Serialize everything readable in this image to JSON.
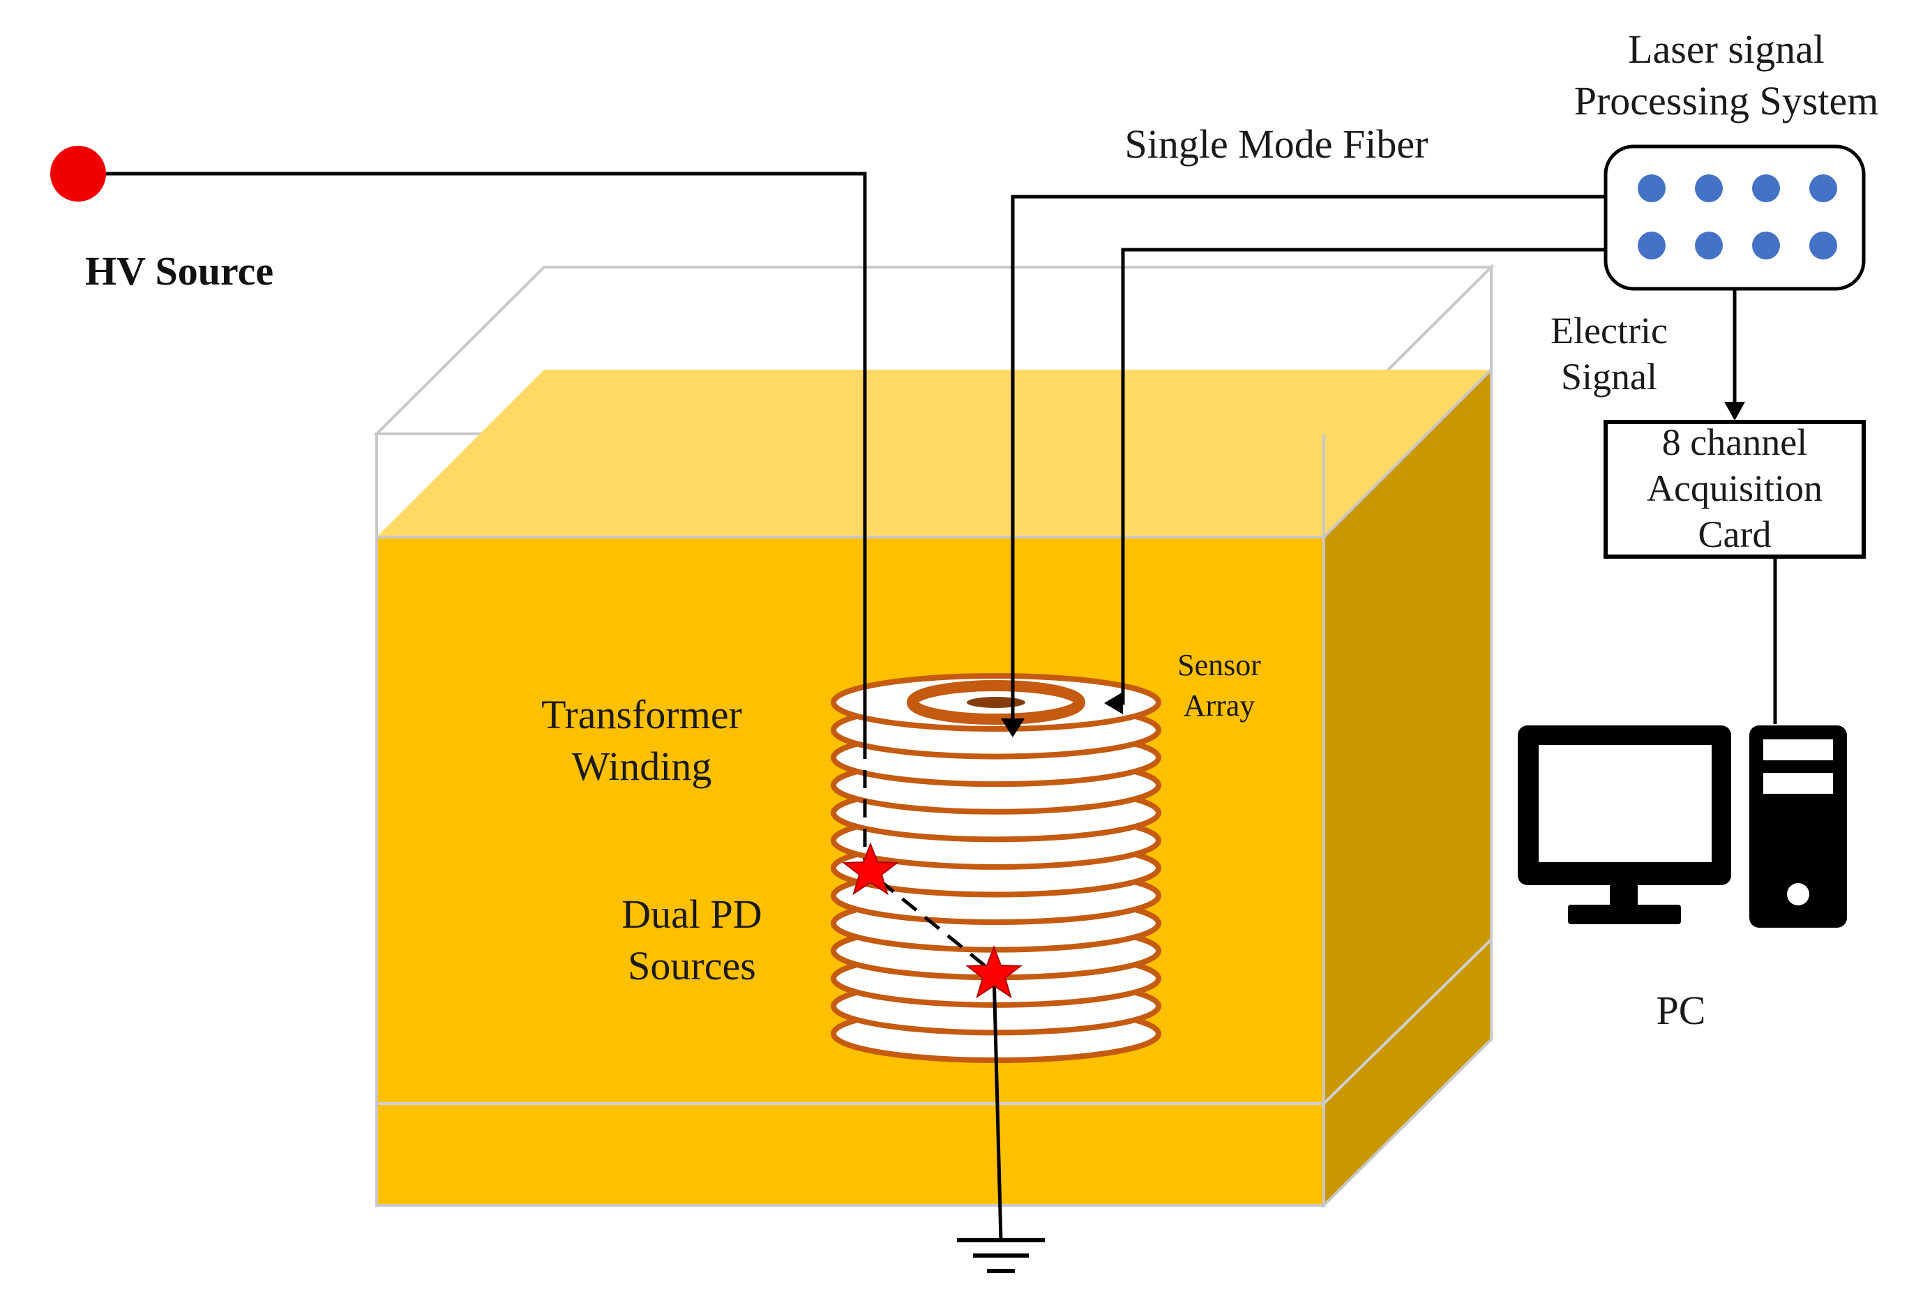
{
  "labels": {
    "hv_source": "HV Source",
    "laser_system_line1": "Laser signal",
    "laser_system_line2": "Processing System",
    "fiber": "Single Mode Fiber",
    "electric_signal_line1": "Electric",
    "electric_signal_line2": "Signal",
    "card_line1": "8 channel",
    "card_line2": "Acquisition",
    "card_line3": "Card",
    "sensor_line1": "Sensor",
    "sensor_line2": "Array",
    "winding_line1": "Transformer",
    "winding_line2": "Winding",
    "pd_line1": "Dual PD",
    "pd_line2": "Sources",
    "pc": "PC"
  },
  "colors": {
    "hv_dot": "#f20000",
    "oil_front": "#ffc000",
    "oil_top": "#ffd966",
    "oil_side": "#c99700",
    "winding_stroke": "#c55a11",
    "sensor_ring": "#c55a11",
    "sensor_core": "#843c0c",
    "port_dots": "#4472c4",
    "pd_star": "#ff0000",
    "wire": "#000000",
    "tank_edge": "#c8c8c8"
  },
  "icons": {
    "hv": "red-dot-icon",
    "pd": "red-star-icon",
    "ground": "ground-symbol-icon",
    "monitor": "monitor-icon",
    "tower": "computer-tower-icon"
  },
  "winding": {
    "disc_count": 13
  },
  "ports": {
    "count": 8
  }
}
